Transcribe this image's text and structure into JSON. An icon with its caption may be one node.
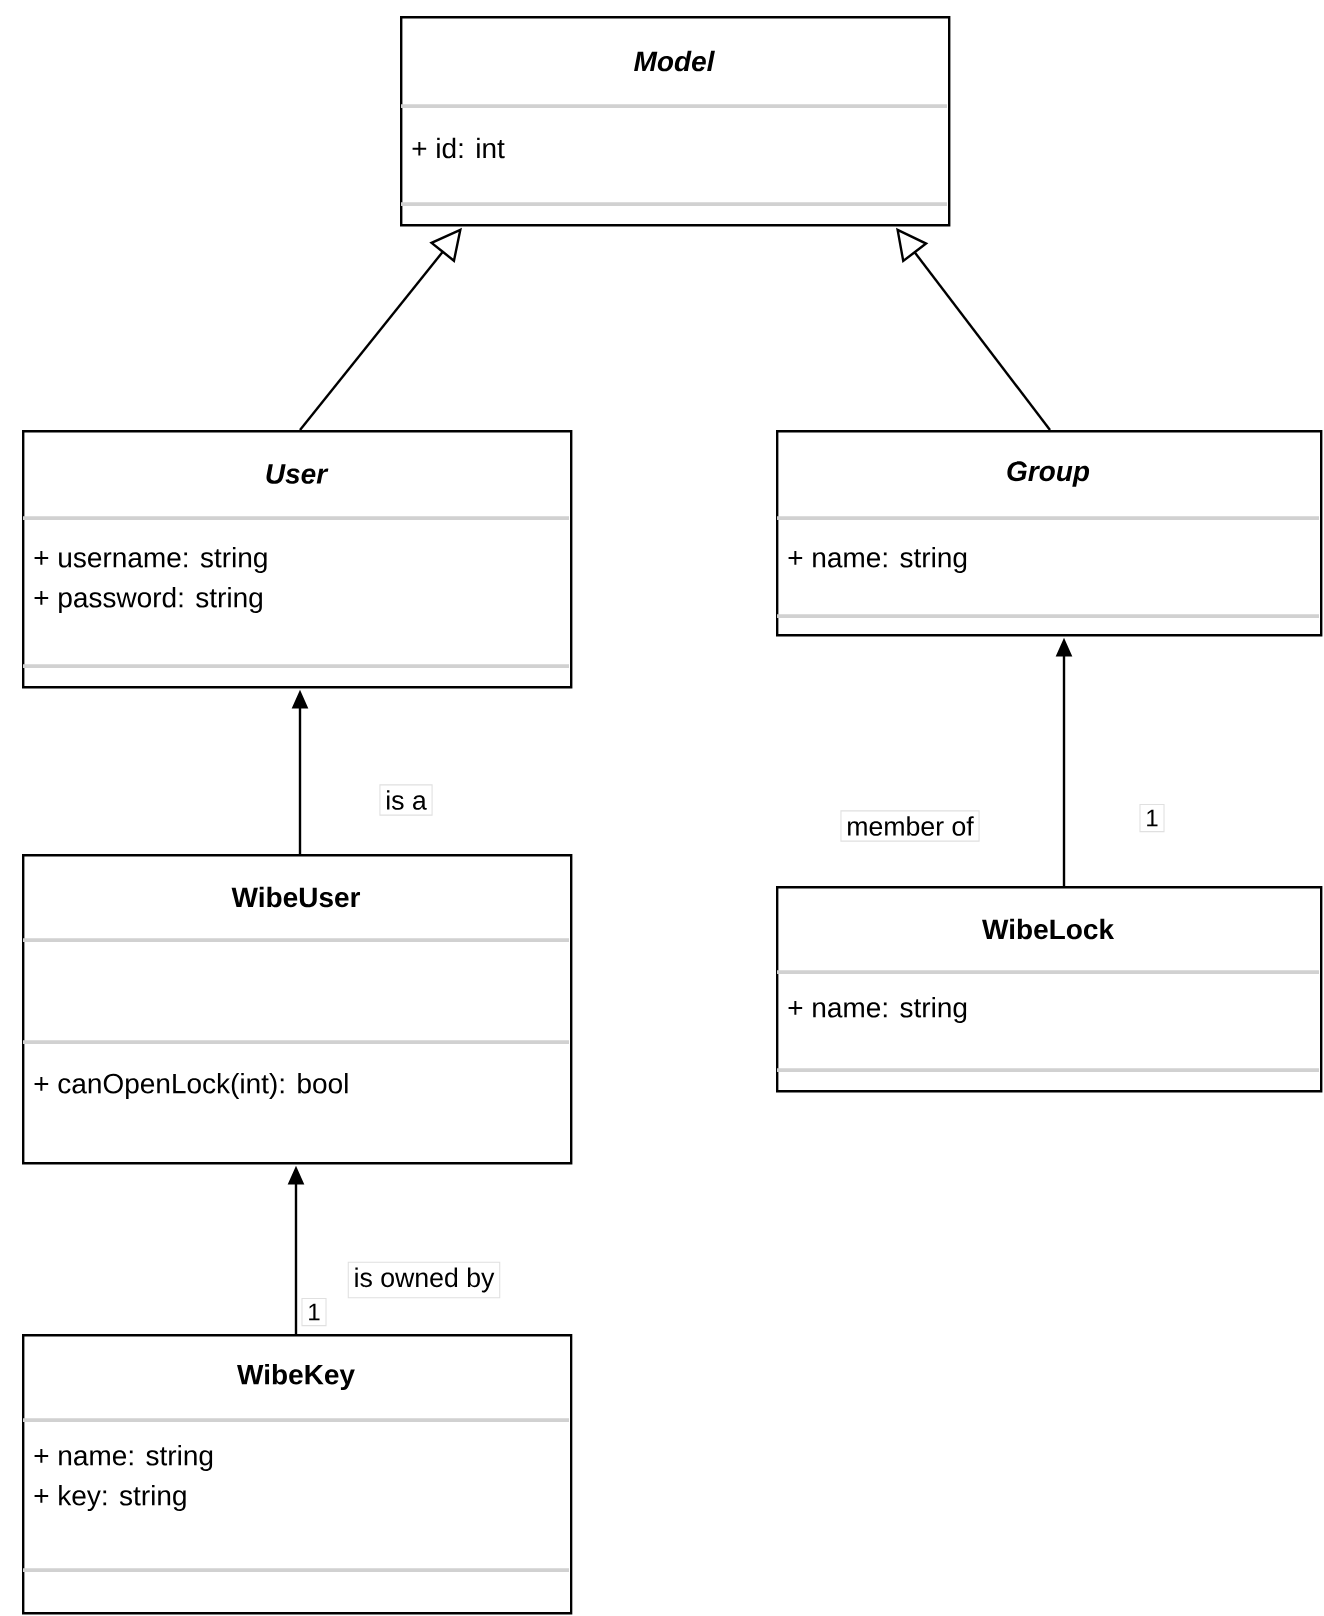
{
  "diagram": {
    "nodes": [
      {
        "text": [
          "Model",
          "+ id: int"
        ]
      },
      {
        "text": [
          "User",
          "+ username: string",
          "+ password: string"
        ]
      },
      {
        "text": [
          "Group",
          "+ name: string"
        ]
      },
      {
        "text": [
          "WibeUser",
          "+ canOpenLock(int): bool"
        ]
      },
      {
        "text": [
          "WibeLock",
          "+ name: string"
        ]
      },
      {
        "text": [
          "WibeKey",
          "+ name: string",
          "+ key: string"
        ]
      }
    ],
    "edges": [
      {
        "from": 1,
        "to": 0,
        "arrow": "to"
      },
      {
        "from": 2,
        "to": 0,
        "arrow": "to"
      },
      {
        "from": 3,
        "to": 1,
        "arrow": "to",
        "label": "is a"
      },
      {
        "from": 4,
        "to": 2,
        "arrow": "to",
        "label": "member of"
      },
      {
        "from": 5,
        "to": 3,
        "arrow": "to",
        "label": "is owned by"
      }
    ],
    "labels": [
      "1",
      "1"
    ]
  }
}
